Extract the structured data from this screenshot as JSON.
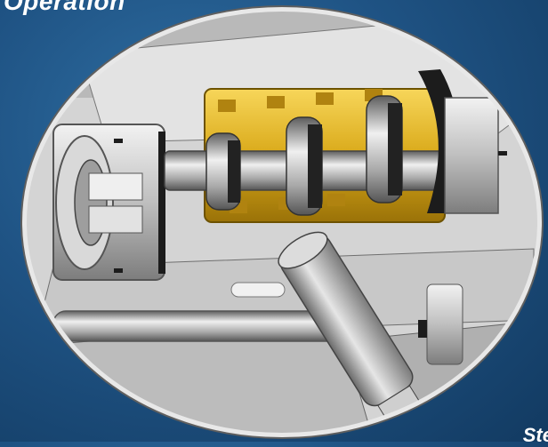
{
  "header": {
    "title": "Operation"
  },
  "footer": {
    "caption": "Ste"
  },
  "illustration": {
    "subject": "valve-cutaway-illustration",
    "colors": {
      "background": "#1f5384",
      "metal": "#c9c9c9",
      "brass": "#e2b628",
      "seal": "#1c1c1c"
    }
  }
}
